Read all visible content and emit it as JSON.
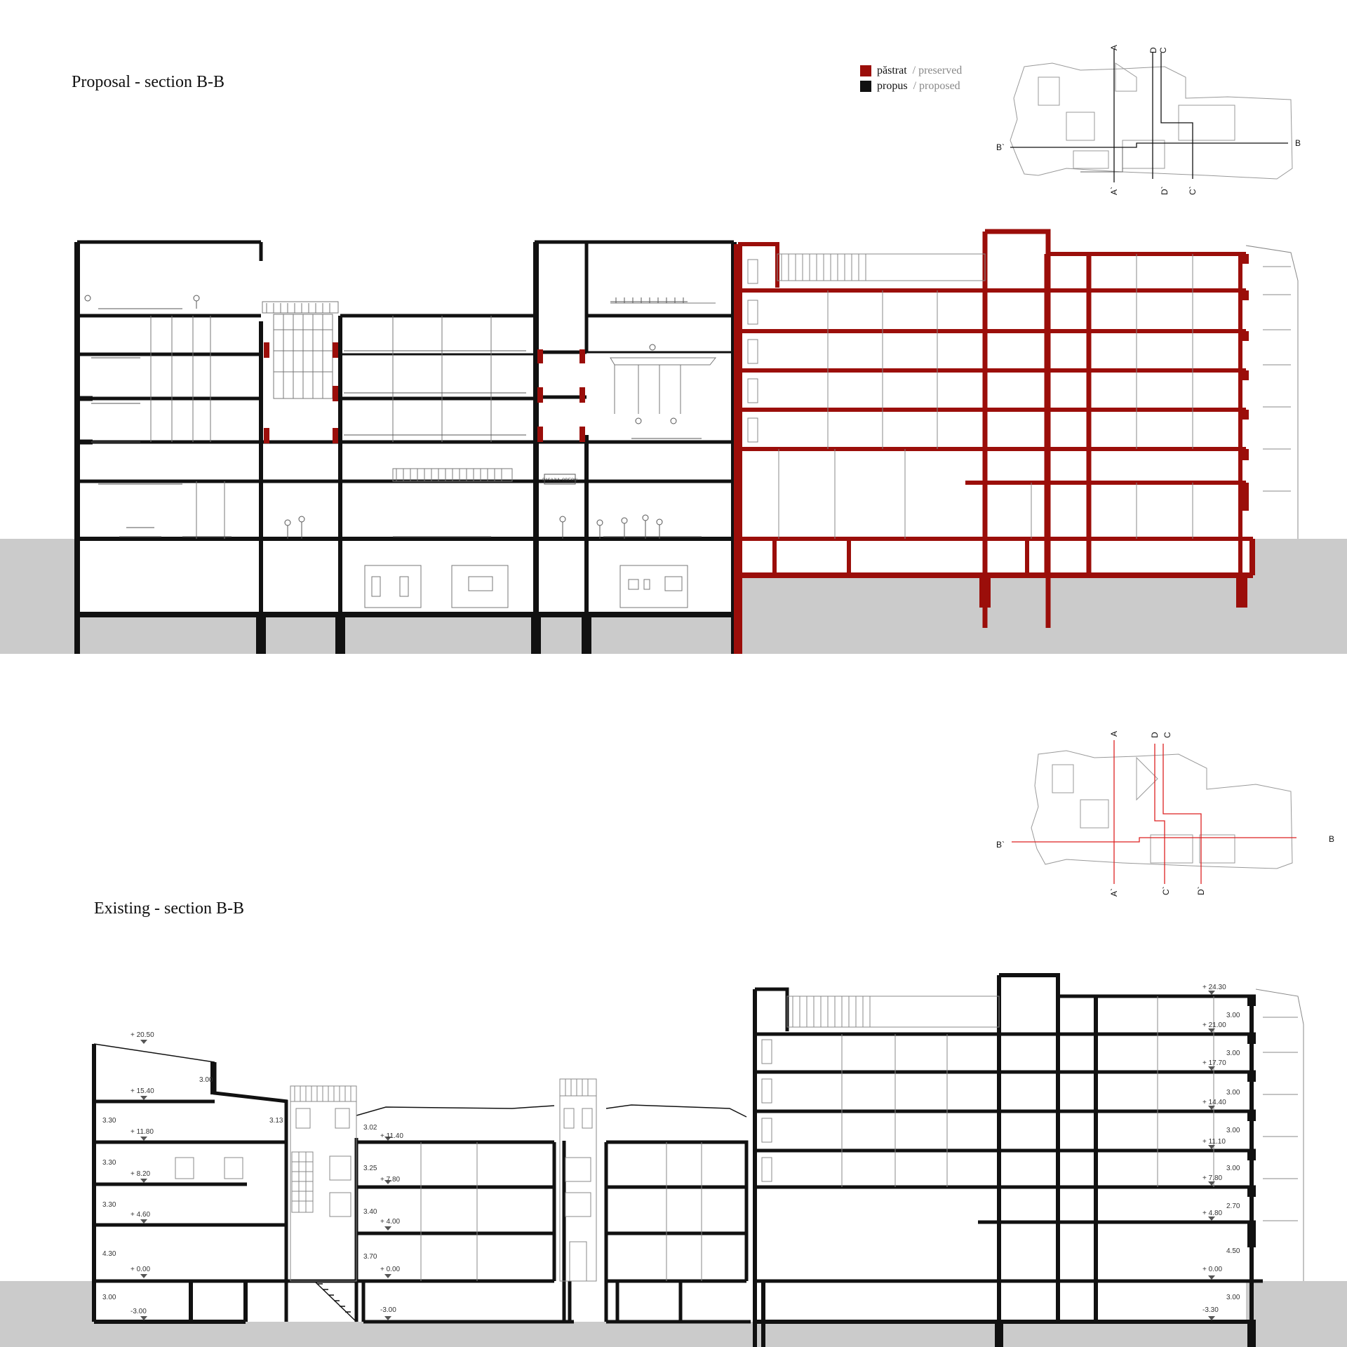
{
  "titles": {
    "proposal": "Proposal - section B-B",
    "existing": "Existing - section B-B"
  },
  "legend": {
    "preserved_ro": "păstrat",
    "preserved_en": "/ preserved",
    "proposed_ro": "propus",
    "proposed_en": "/ proposed"
  },
  "colors": {
    "preserved": "#9b0e0a",
    "proposed": "#111111",
    "ground": "#cbcbcb"
  },
  "key_plan_labels": {
    "top": {
      "A": "A",
      "A_prime": "A`",
      "B": "B",
      "B_prime": "B`",
      "C": "C",
      "C_prime": "C`",
      "D": "D",
      "D_prime": "D`"
    },
    "bottom": {
      "A": "A",
      "A_prime": "A`",
      "B": "B",
      "B_prime": "B`",
      "C": "C",
      "C_prime": "C`",
      "D": "D",
      "D_prime": "D`"
    }
  },
  "sign_label": "PASAJUL ODEON",
  "existing_levels_left": [
    "+ 20.50",
    "+ 15.40",
    "+ 11.80",
    "+ 8.20",
    "+ 4.60",
    "+ 0.00",
    "-3.00"
  ],
  "existing_heights_left": [
    "3.00",
    "3.30",
    "3.30",
    "3.30",
    "4.30",
    "3.00"
  ],
  "existing_level_3_13": "3.13",
  "existing_levels_mid": [
    "+ 11.40",
    "+ 7.80",
    "+ 4.00",
    "+ 0.00",
    "-3.00"
  ],
  "existing_heights_mid": [
    "3.02",
    "3.25",
    "3.40",
    "3.70"
  ],
  "existing_levels_right": [
    "+ 24.30",
    "+ 21.00",
    "+ 17.70",
    "+ 14.40",
    "+ 11.10",
    "+ 7.80",
    "+ 4.80",
    "+ 0.00",
    "-3.30"
  ],
  "existing_heights_right": [
    "3.00",
    "3.00",
    "3.00",
    "3.00",
    "3.00",
    "2.70",
    "4.50",
    "3.00"
  ]
}
